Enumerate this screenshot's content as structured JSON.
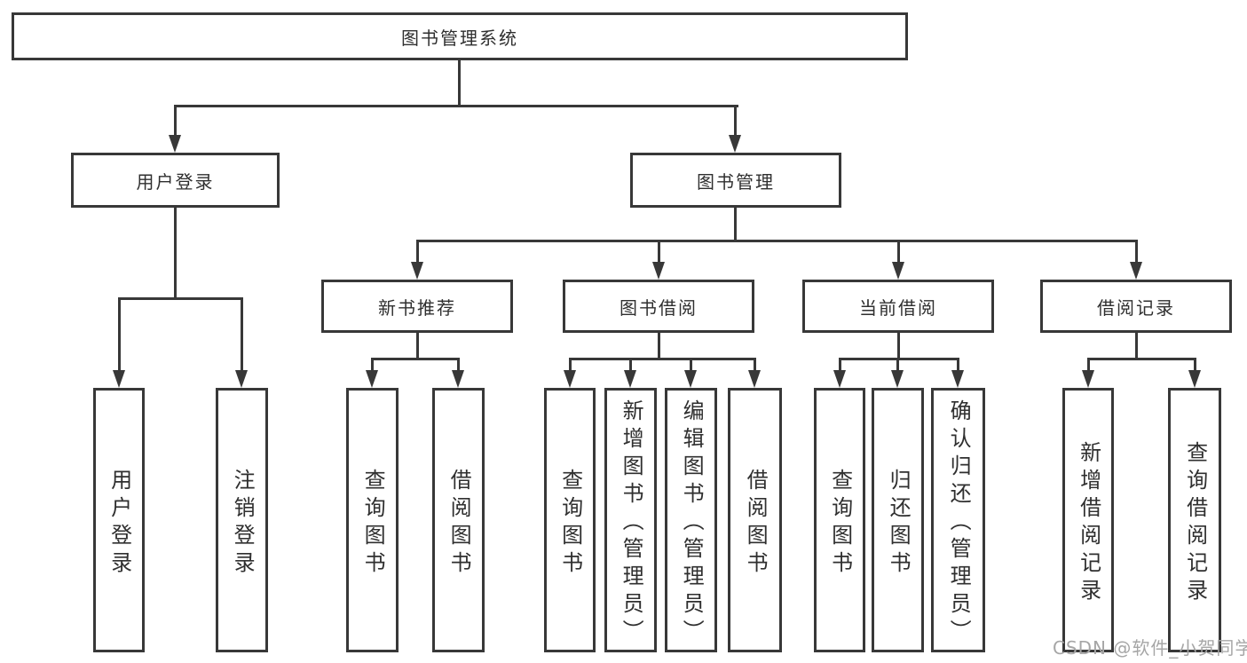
{
  "tree": {
    "root": "图书管理系统",
    "branches": [
      {
        "label": "用户登录",
        "children": [
          "用户登录",
          "注销登录"
        ]
      },
      {
        "label": "图书管理",
        "sections": [
          {
            "label": "新书推荐",
            "children": [
              "查询图书",
              "借阅图书"
            ]
          },
          {
            "label": "图书借阅",
            "children": [
              "查询图书",
              "新增图书（管理员）",
              "编辑图书（管理员）",
              "借阅图书"
            ]
          },
          {
            "label": "当前借阅",
            "children": [
              "查询图书",
              "归还图书",
              "确认归还（管理员）"
            ]
          },
          {
            "label": "借阅记录",
            "children": [
              "新增借阅记录",
              "查询借阅记录"
            ]
          }
        ]
      }
    ]
  },
  "watermark": "CSDN @软件_小贺同学",
  "colors": {
    "line": "#383838",
    "box_border": "#383838",
    "box_background": "#ffffff",
    "text": "#2f2f2f",
    "watermark": "#a6a6a6"
  }
}
